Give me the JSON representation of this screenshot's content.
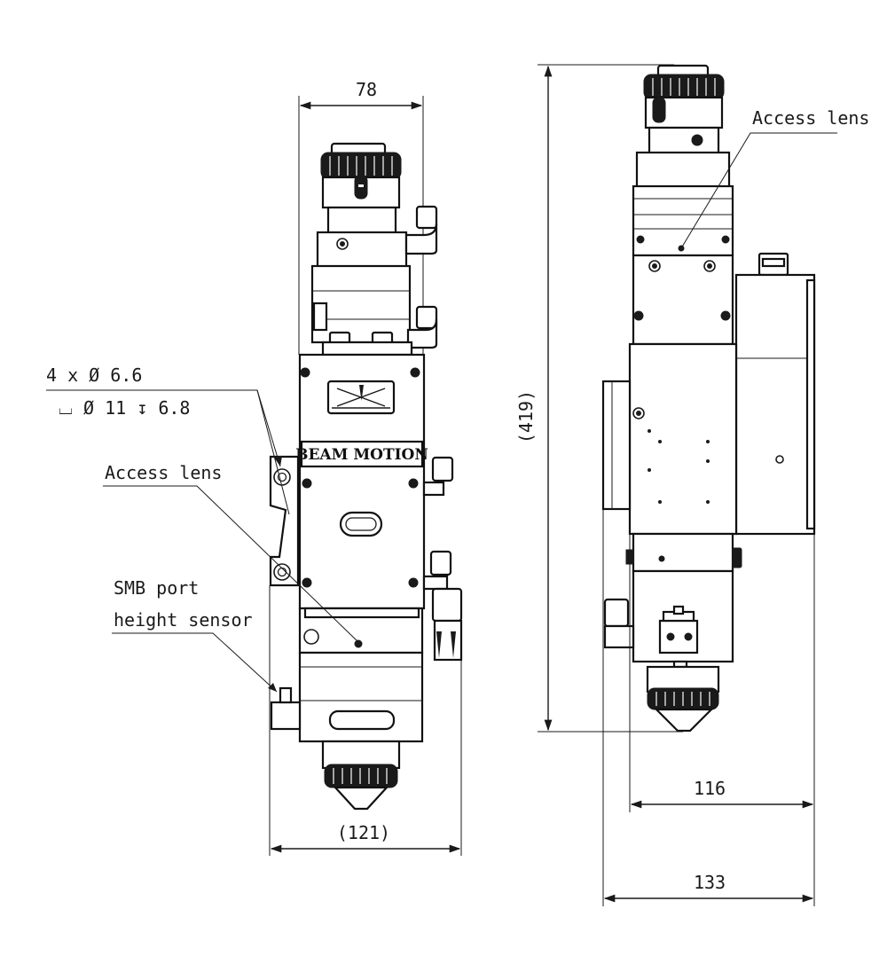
{
  "dimensions": {
    "front_top_width": "78",
    "front_bottom_width": "(121)",
    "side_height": "(419)",
    "side_width_inner": "116",
    "side_width_outer": "133"
  },
  "callouts": {
    "holes_line1": "4 x Ø 6.6",
    "holes_line2": "⌴ Ø 11 ↧ 6.8",
    "access_lens_front": "Access lens",
    "smb_line1": "SMB port",
    "smb_line2": "height sensor",
    "access_lens_side": "Access lens"
  },
  "brand": {
    "name": "BEAM MOTION"
  },
  "icons": {
    "arrow_plate": "laser-direction-icon"
  }
}
